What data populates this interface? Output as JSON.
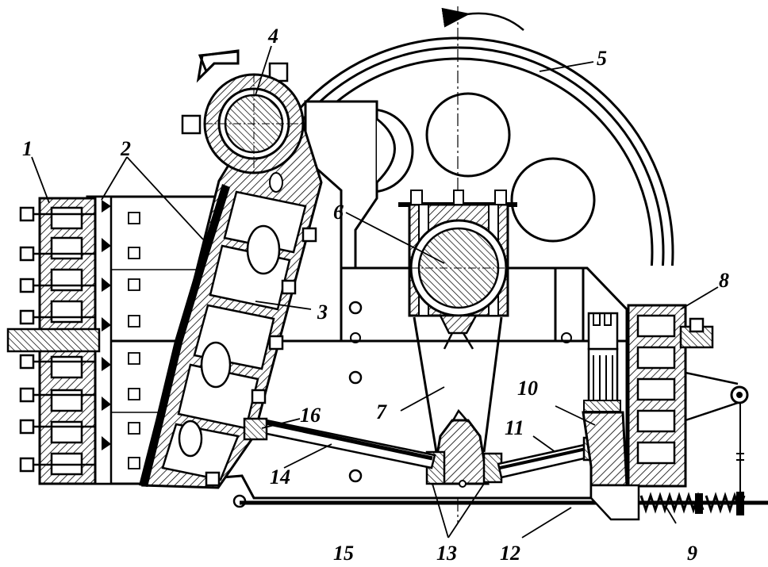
{
  "diagram": {
    "labels": [
      "1",
      "2",
      "3",
      "4",
      "5",
      "6",
      "7",
      "8",
      "9",
      "10",
      "11",
      "12",
      "13",
      "14",
      "15",
      "16"
    ],
    "colors": {
      "ink": "#000000",
      "paper": "#ffffff"
    }
  }
}
